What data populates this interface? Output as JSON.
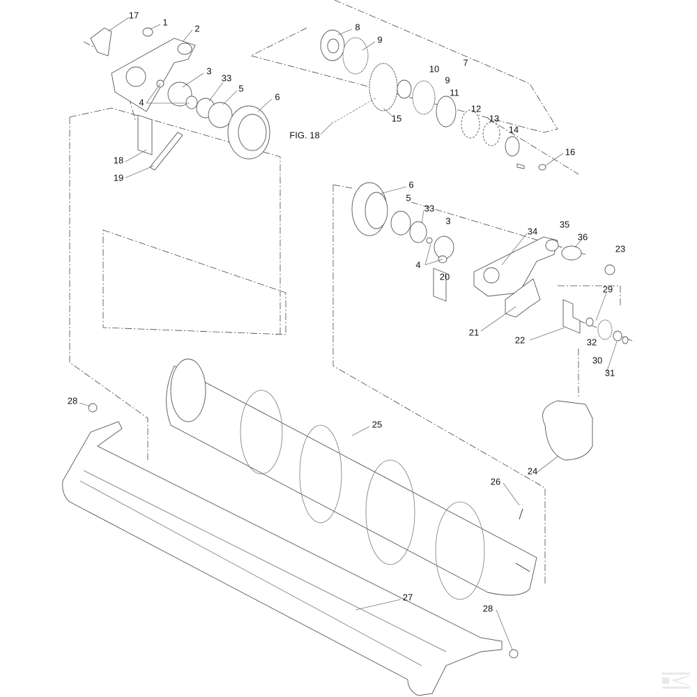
{
  "diagram": {
    "title": "Auger assembly exploded parts view",
    "callouts": [
      "17",
      "1",
      "2",
      "8",
      "9",
      "7",
      "3",
      "33",
      "5",
      "10",
      "9",
      "6",
      "11",
      "4",
      "12",
      "13",
      "14",
      "15",
      "FIG. 18",
      "16",
      "18",
      "19",
      "6",
      "5",
      "33",
      "3",
      "35",
      "34",
      "36",
      "23",
      "4",
      "20",
      "29",
      "21",
      "22",
      "32",
      "30",
      "31",
      "28",
      "25",
      "24",
      "26",
      "27",
      "28"
    ],
    "logo_text": "K"
  }
}
